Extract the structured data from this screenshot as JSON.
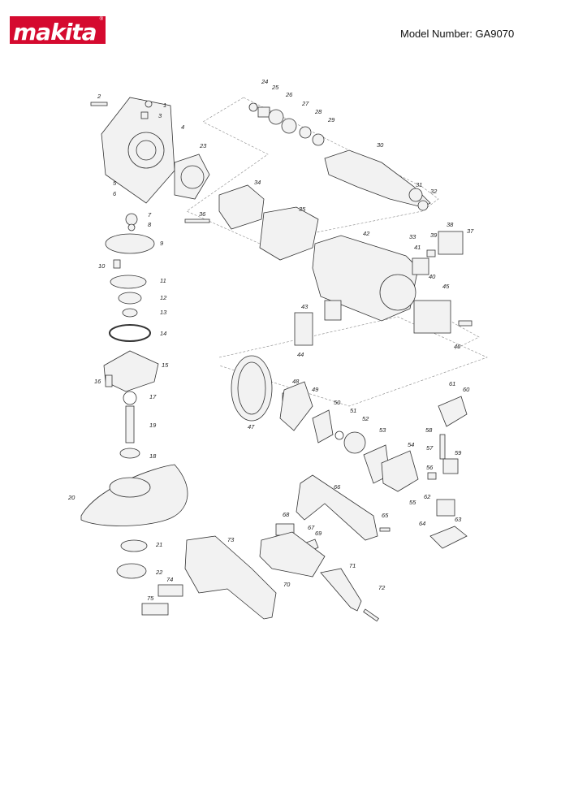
{
  "header": {
    "brand": "makita",
    "model_label": "Model Number: GA9070"
  },
  "parts": [
    "1",
    "2",
    "3",
    "4",
    "5",
    "6",
    "7",
    "8",
    "9",
    "10",
    "11",
    "12",
    "13",
    "14",
    "15",
    "16",
    "17",
    "18",
    "19",
    "20",
    "21",
    "22",
    "23",
    "24",
    "25",
    "26",
    "27",
    "28",
    "29",
    "30",
    "31",
    "32",
    "33",
    "34",
    "35",
    "36",
    "37",
    "38",
    "39",
    "40",
    "41",
    "42",
    "43",
    "44",
    "45",
    "46",
    "47",
    "48",
    "49",
    "50",
    "51",
    "52",
    "53",
    "54",
    "55",
    "56",
    "57",
    "58",
    "59",
    "60",
    "61",
    "62",
    "63",
    "64",
    "65",
    "66",
    "67",
    "68",
    "69",
    "70",
    "71",
    "72",
    "73",
    "74",
    "75"
  ],
  "colors": {
    "brand_red": "#d50a2f",
    "line": "#555555"
  }
}
